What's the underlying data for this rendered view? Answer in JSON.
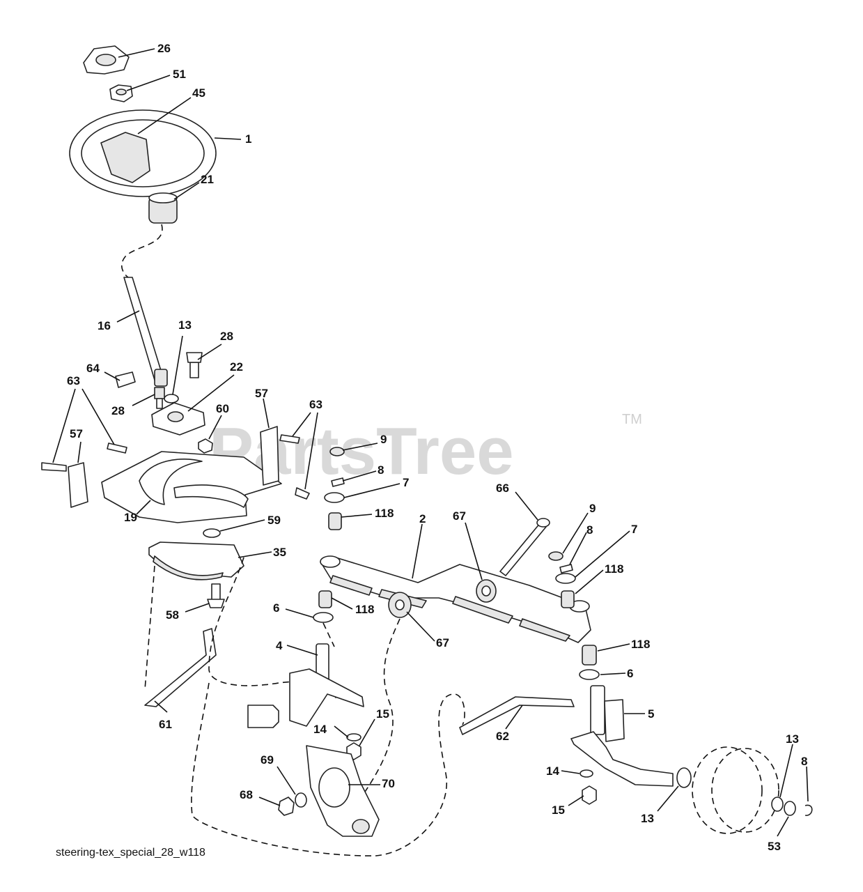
{
  "watermark": {
    "text": "PartsTree",
    "tm": "TM"
  },
  "caption": "steering-tex_special_28_w118",
  "callouts": {
    "steering_cap": "26",
    "nut_51": "51",
    "washer_45": "45",
    "steering_wheel": "1",
    "adapter_21": "21",
    "shaft_16": "16",
    "bushing_13_top": "13",
    "bolt_28_top": "28",
    "bolt_28_left": "28",
    "bracket_22": "22",
    "clip_64": "64",
    "bolt_63_left": "63",
    "bolt_63_right": "63",
    "plate_57_left": "57",
    "plate_57_right": "57",
    "nut_60": "60",
    "support_plate_19": "19",
    "washer_59": "59",
    "sector_gear_35": "35",
    "bolt_58": "58",
    "drag_link_61": "61",
    "cap_9_left": "9",
    "ring_8_left": "8",
    "washer_7_left": "7",
    "bushing_118_a": "118",
    "axle_2": "2",
    "bolt_66": "66",
    "washer_67_a": "67",
    "cap_9_right": "9",
    "ring_8_right": "8",
    "washer_7_right": "7",
    "bushing_118_b": "118",
    "bushing_118_c": "118",
    "washer_6_left": "6",
    "washer_67_b": "67",
    "spindle_4": "4",
    "bushing_118_d": "118",
    "washer_6_right": "6",
    "spindle_5": "5",
    "tie_rod_62": "62",
    "washer_14_left": "14",
    "nut_15_left": "15",
    "washer_69": "69",
    "bracket_70": "70",
    "nut_68": "68",
    "washer_14_right": "14",
    "nut_15_right": "15",
    "washer_13_wheel": "13",
    "washer_13_outer": "13",
    "ring_8_wheel": "8",
    "washer_53": "53"
  }
}
